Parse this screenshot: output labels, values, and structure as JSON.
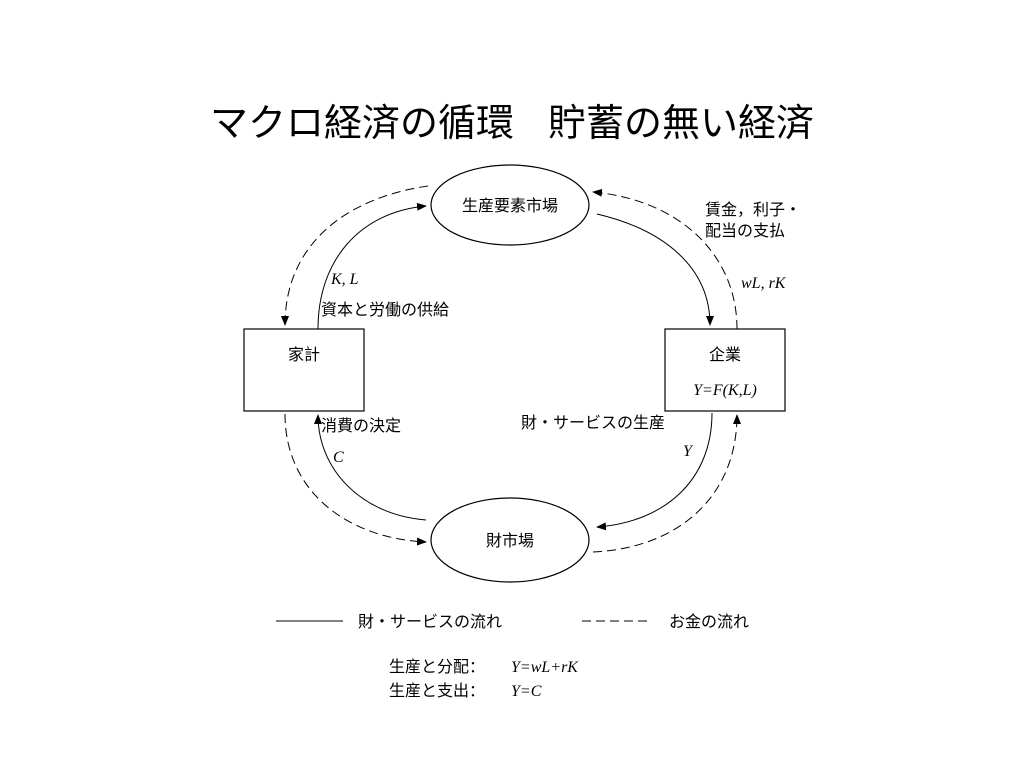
{
  "title": {
    "main": "マクロ経済の循環",
    "sub": "貯蓄の無い経済"
  },
  "nodes": {
    "factor_market": "生産要素市場",
    "household": "家計",
    "firm": "企業",
    "firm_formula": "Y=F(K,L)",
    "goods_market": "財市場"
  },
  "flows": {
    "wage_label_1": "賃金，利子・",
    "wage_label_2": "配当の支払",
    "wage_math": "wL, rK",
    "supply_math": "K, L",
    "supply_label": "資本と労働の供給",
    "consumption_label": "消費の決定",
    "consumption_math": "C",
    "production_label": "財・サービスの生産",
    "production_math": "Y"
  },
  "legend": {
    "goods_flow": "財・サービスの流れ",
    "money_flow": "お金の流れ"
  },
  "equations": {
    "distribution_label": "生産と分配：",
    "distribution_formula": "Y=wL+rK",
    "expenditure_label": "生産と支出：",
    "expenditure_formula": "Y=C"
  }
}
